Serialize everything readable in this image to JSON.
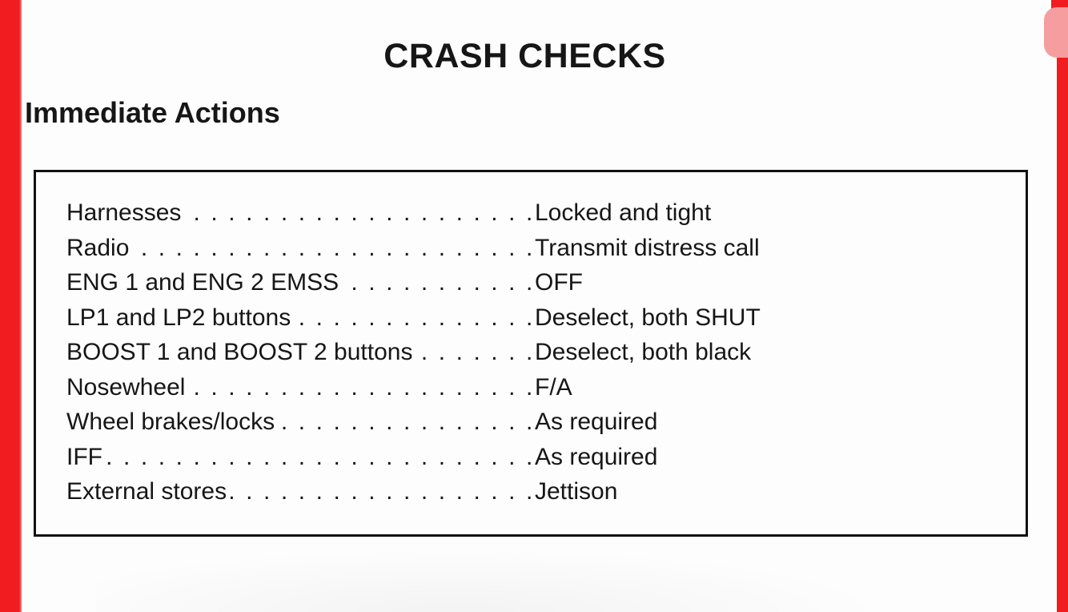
{
  "page": {
    "title": "CRASH CHECKS",
    "section_heading": "Immediate Actions"
  },
  "checklist": {
    "items": [
      {
        "label": "Harnesses",
        "value": "Locked and tight"
      },
      {
        "label": "Radio",
        "value": "Transmit distress call"
      },
      {
        "label": "ENG 1 and ENG 2 EMSS",
        "value": "OFF"
      },
      {
        "label": "LP1 and LP2 buttons",
        "value": "Deselect, both SHUT"
      },
      {
        "label": "BOOST 1 and BOOST 2 buttons",
        "value": "Deselect, both black"
      },
      {
        "label": "Nosewheel",
        "value": "F/A"
      },
      {
        "label": "Wheel brakes/locks",
        "value": "As required"
      },
      {
        "label": "IFF",
        "value": "As required"
      },
      {
        "label": "External stores",
        "value": "Jettison"
      }
    ]
  },
  "colors": {
    "accent_red": "#f01c1f",
    "scroll_thumb_pink": "#f69da0",
    "text": "#161616",
    "box_border": "#111111",
    "background": "#fdfdfd"
  }
}
